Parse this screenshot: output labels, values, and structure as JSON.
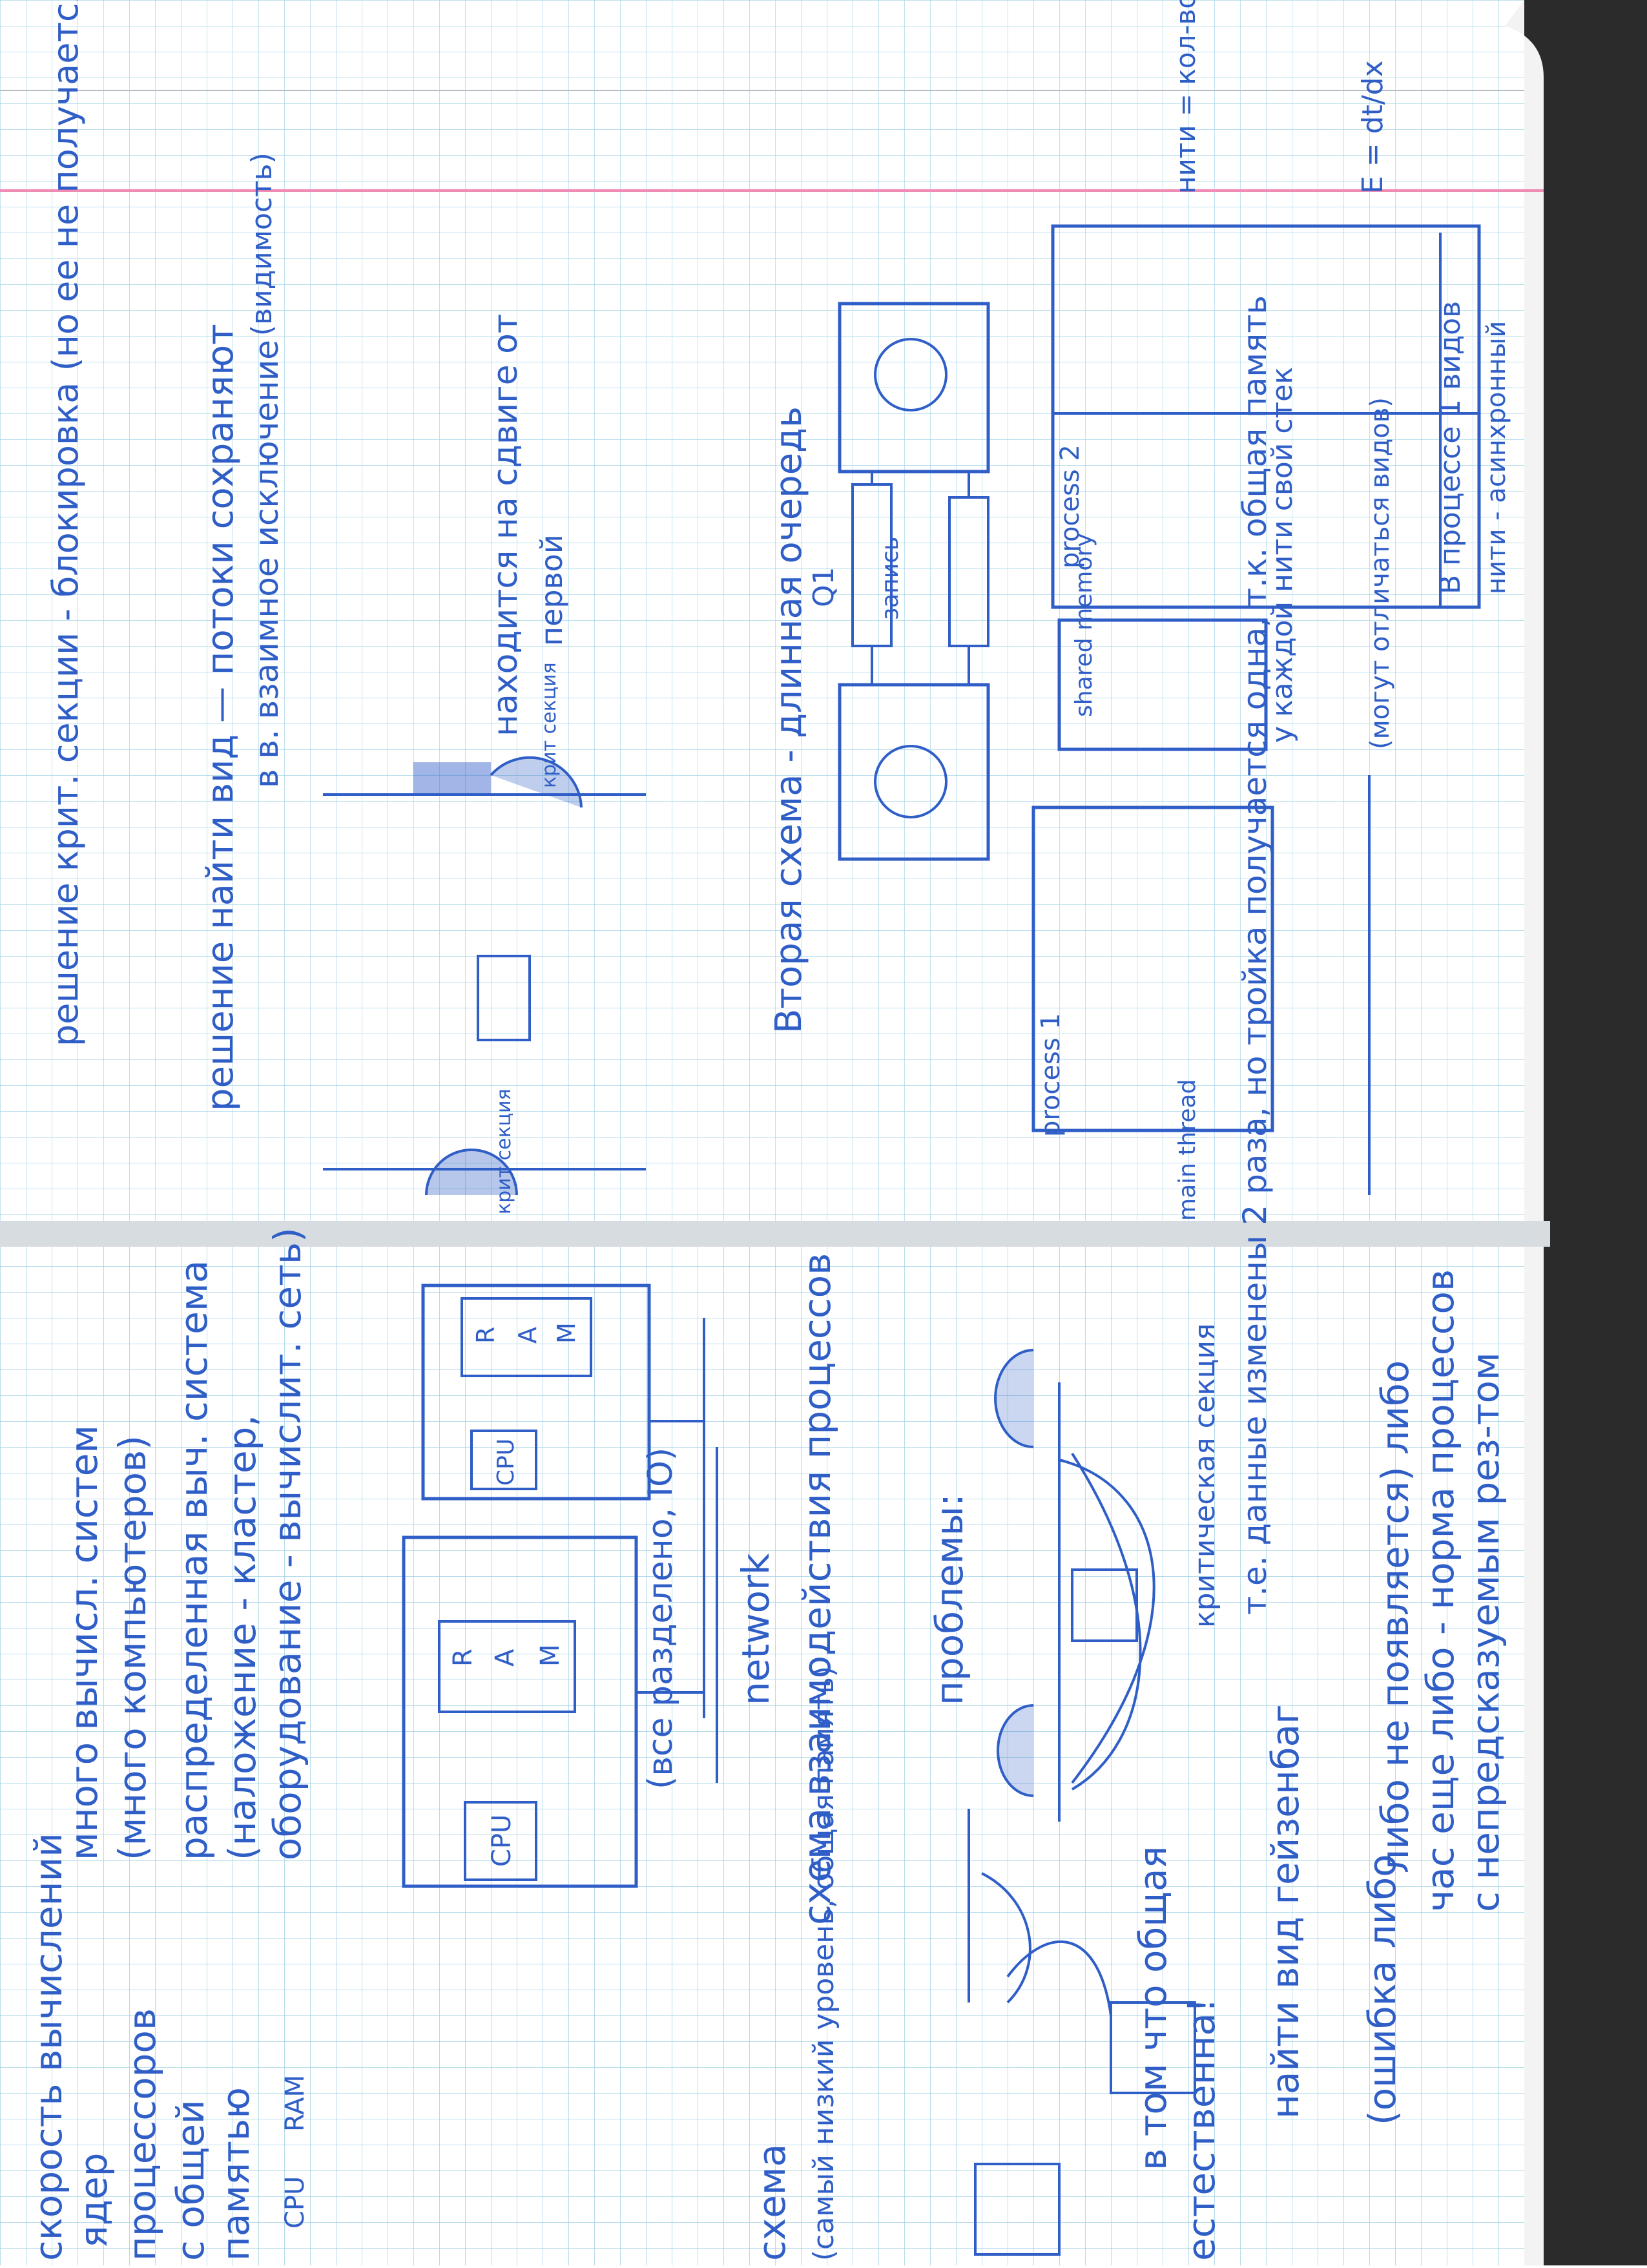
{
  "notes": [
    "скорость вычислений",
    "ядер",
    "процессоров",
    "с общей",
    "памятью",
    "CPU",
    "RAM",
    "много вычисл. систем",
    "(много компьютеров)",
    "распределенная выч. система",
    "(наложение - кластер,",
    "оборудование - вычислит. сеть)",
    "CPU",
    "R",
    "A",
    "M",
    "CPU",
    "R",
    "A",
    "M",
    "(все разделено, IO)",
    "network",
    "схема взаимодействия процессов",
    "схема",
    "(самый низкий уровень, общая память)",
    "проблемы:",
    "критическая секция",
    "т.е. данные изменены 2 раза, но тройка получается одна, т.к. общая память",
    "в том что общая",
    "естественна!",
    "найти вид гейзенбаг",
    "(ошибка либо",
    "либо не появляется) либо",
    "час еще либо - норма процессов",
    "с непредсказуемым рез-том",
    "решение крит. секции - блокировка (но ее не получается реализовать без спец. опер.)",
    "решение найти вид — потоки сохраняют",
    "в в. взаимное исключение",
    "(видимость)",
    "находится на сдвиге от",
    "первой",
    "крит секция",
    "крит секция",
    "Вторая схема - длинная очередь",
    "Q1",
    "запись",
    "process 1",
    "process 2",
    "main thread",
    "shared memory",
    "у каждой нити свой стек",
    "(могут отличаться видов)",
    "В процессе 1 видов",
    "нити - асинхронный",
    "нити = кол-во ядер",
    "E = dt/dx"
  ]
}
